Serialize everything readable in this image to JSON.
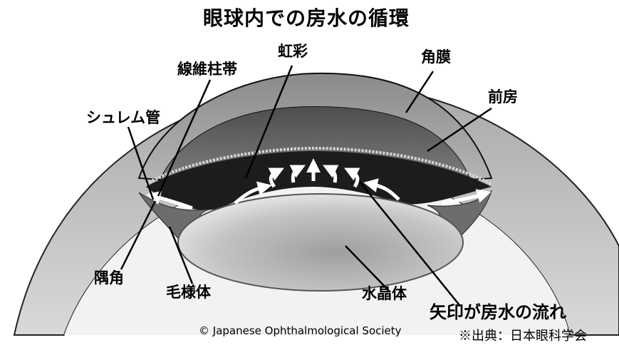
{
  "title": "眼球内での房水の循環",
  "labels": {
    "zonule": "線維柱帯",
    "iris": "虹彩",
    "cornea": "角膜",
    "anterior_chamber": "前房",
    "schlemm_canal": "シュレム管",
    "angle": "隅角",
    "ciliary_body": "毛様体",
    "lens": "水晶体",
    "flow_note": "矢印が房水の流れ"
  },
  "copyright": "© Japanese Ophthalmological Society",
  "source": "※出典：日本眼科学会"
}
